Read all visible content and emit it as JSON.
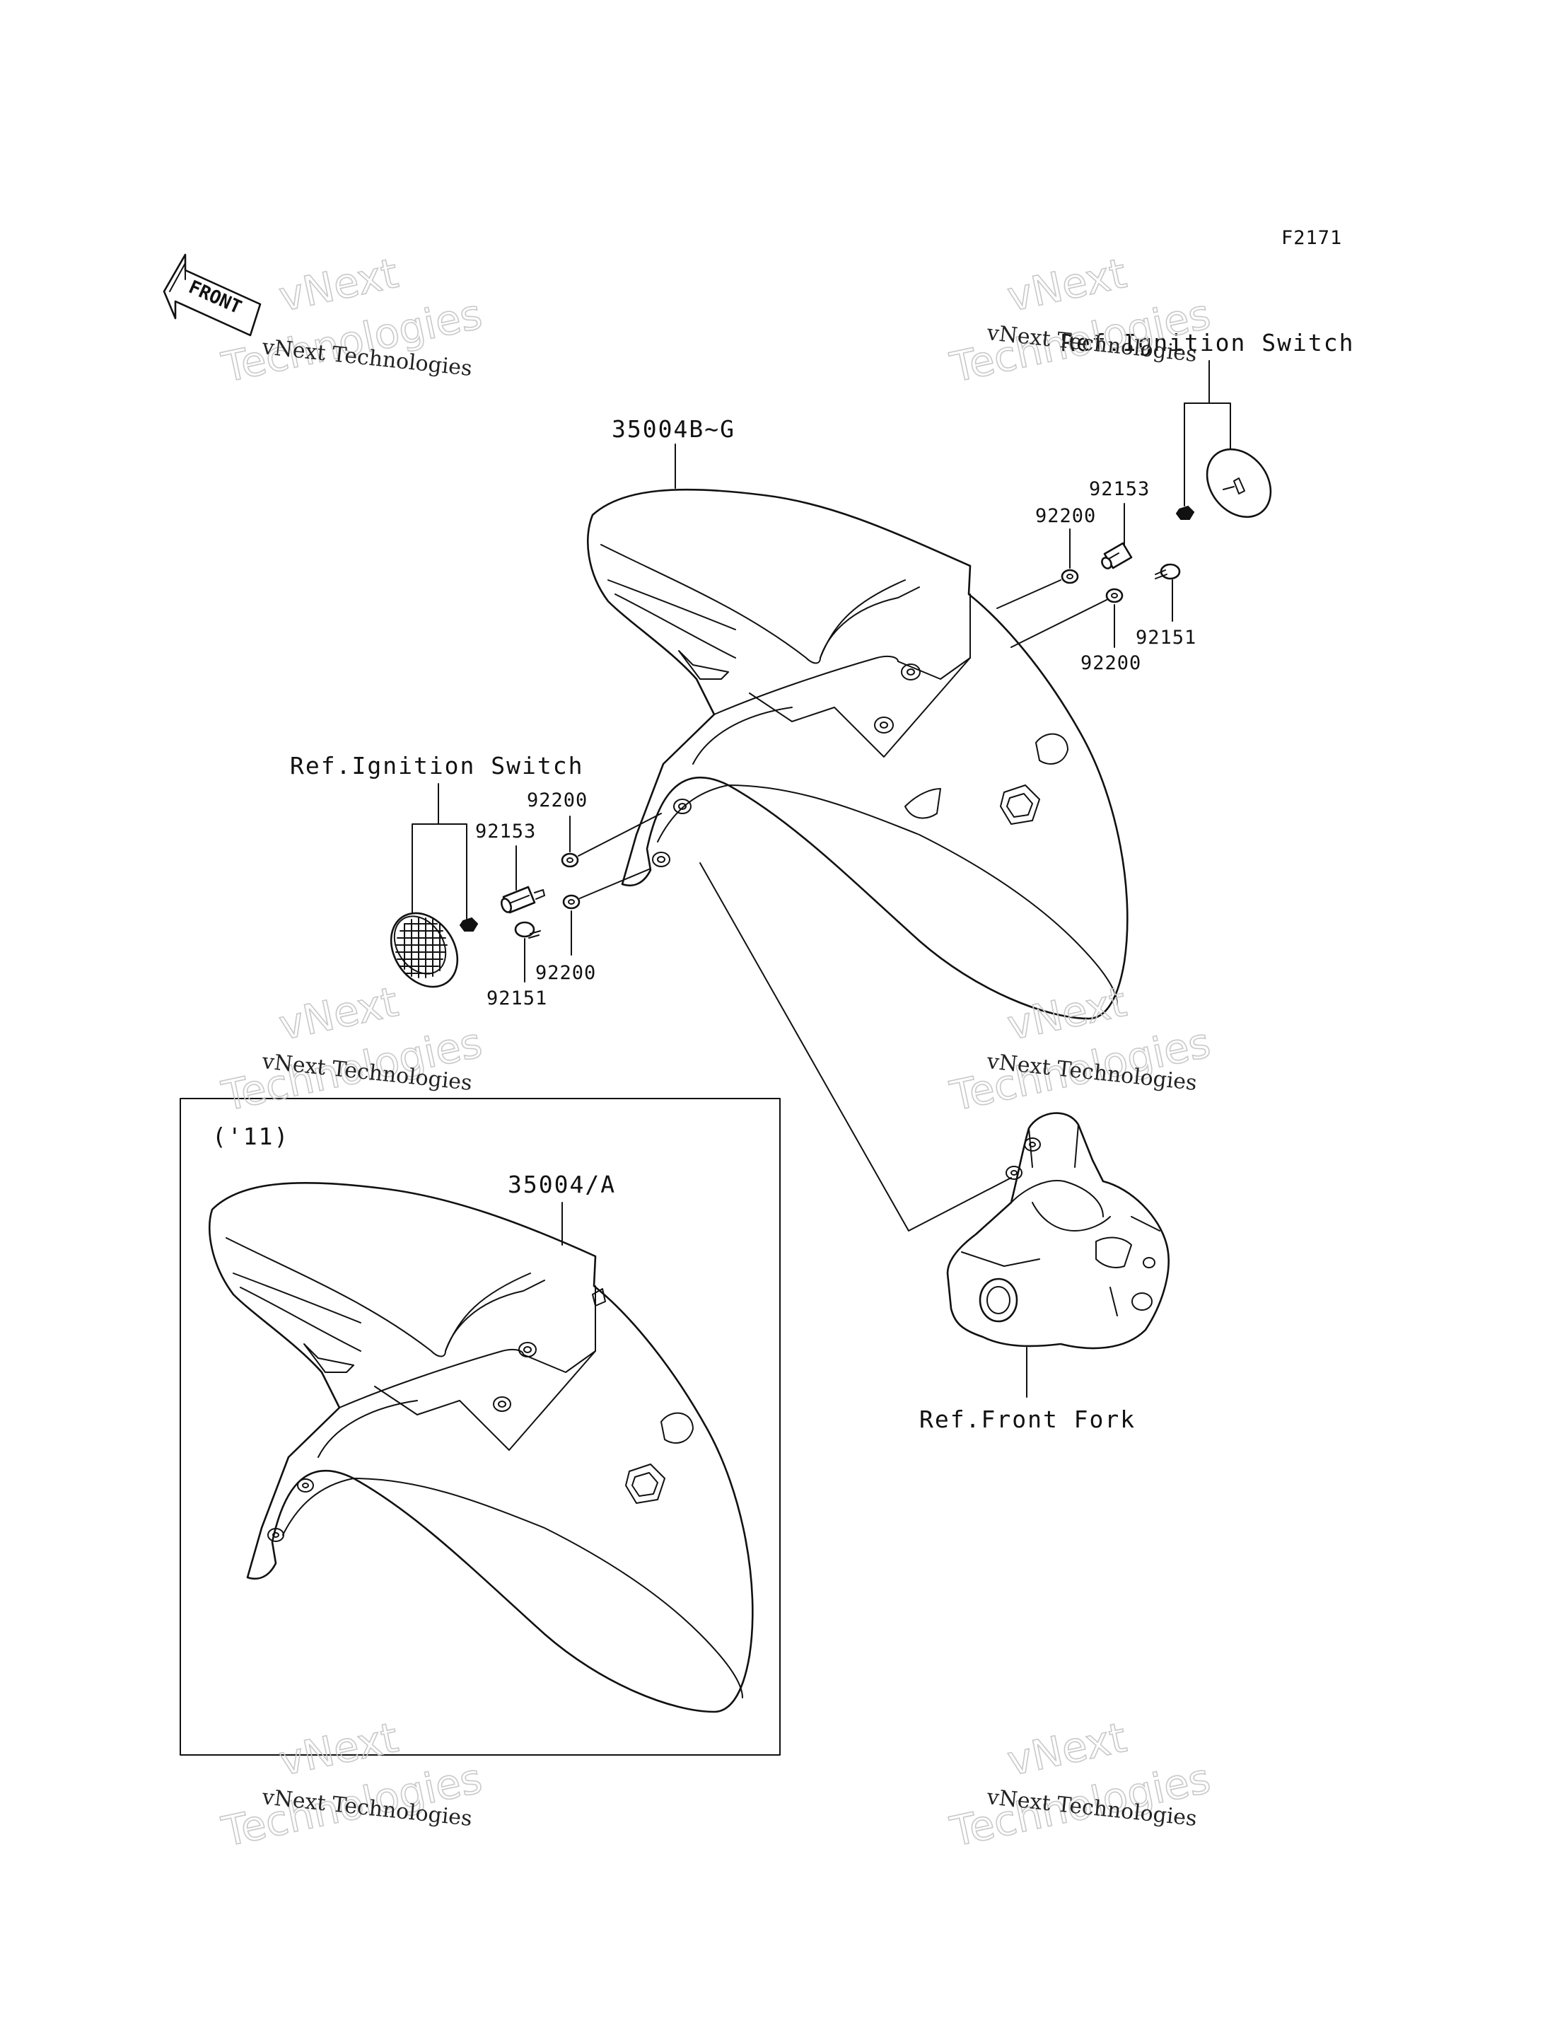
{
  "diagram_code": "F2171",
  "front_marker": "FRONT",
  "labels": {
    "fender_main": "35004B~G",
    "fender_alt": "35004/A",
    "ref_ignition_left": "Ref.Ignition Switch",
    "ref_ignition_right": "Ref.Ignition Switch",
    "ref_front_fork": "Ref.Front Fork",
    "inset_year": "('11)",
    "part_92153_left": "92153",
    "part_92153_right": "92153",
    "part_92200_left_top": "92200",
    "part_92200_left_bottom": "92200",
    "part_92200_right_top": "92200",
    "part_92200_right_bottom": "92200",
    "part_92151_left": "92151",
    "part_92151_right": "92151"
  },
  "watermark": {
    "small": "vNext Technologies",
    "big_line1": "vNext",
    "big_line2": "Technologies"
  }
}
